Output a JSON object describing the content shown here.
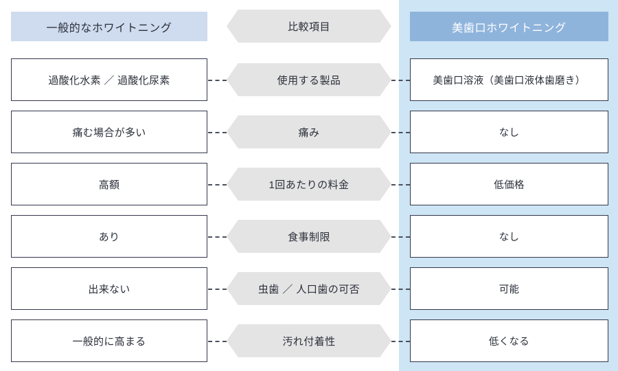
{
  "layout": {
    "columns": 3,
    "row_count": 6
  },
  "colors": {
    "left_header_bg": "#cfdcef",
    "right_header_bg": "#8fb4dc",
    "right_header_text": "#ffffff",
    "right_panel_bg": "#cde5f4",
    "hexagon_bg": "#e4e4e4",
    "box_border": "#33374a",
    "text": "#2b2f3a",
    "connector": "#4a4f5e"
  },
  "headers": {
    "left": "一般的なホワイトニング",
    "middle": "比較項目",
    "right": "美歯口ホワイトニング"
  },
  "rows": [
    {
      "criterion": "使用する製品",
      "left": "過酸化水素 ／ 過酸化尿素",
      "right": "美歯口溶液（美歯口液体歯磨き）"
    },
    {
      "criterion": "痛み",
      "left": "痛む場合が多い",
      "right": "なし"
    },
    {
      "criterion": "1回あたりの料金",
      "left": "高額",
      "right": "低価格"
    },
    {
      "criterion": "食事制限",
      "left": "あり",
      "right": "なし"
    },
    {
      "criterion": "虫歯 ／ 人口歯の可否",
      "left": "出来ない",
      "right": "可能"
    },
    {
      "criterion": "汚れ付着性",
      "left": "一般的に高まる",
      "right": "低くなる"
    }
  ]
}
